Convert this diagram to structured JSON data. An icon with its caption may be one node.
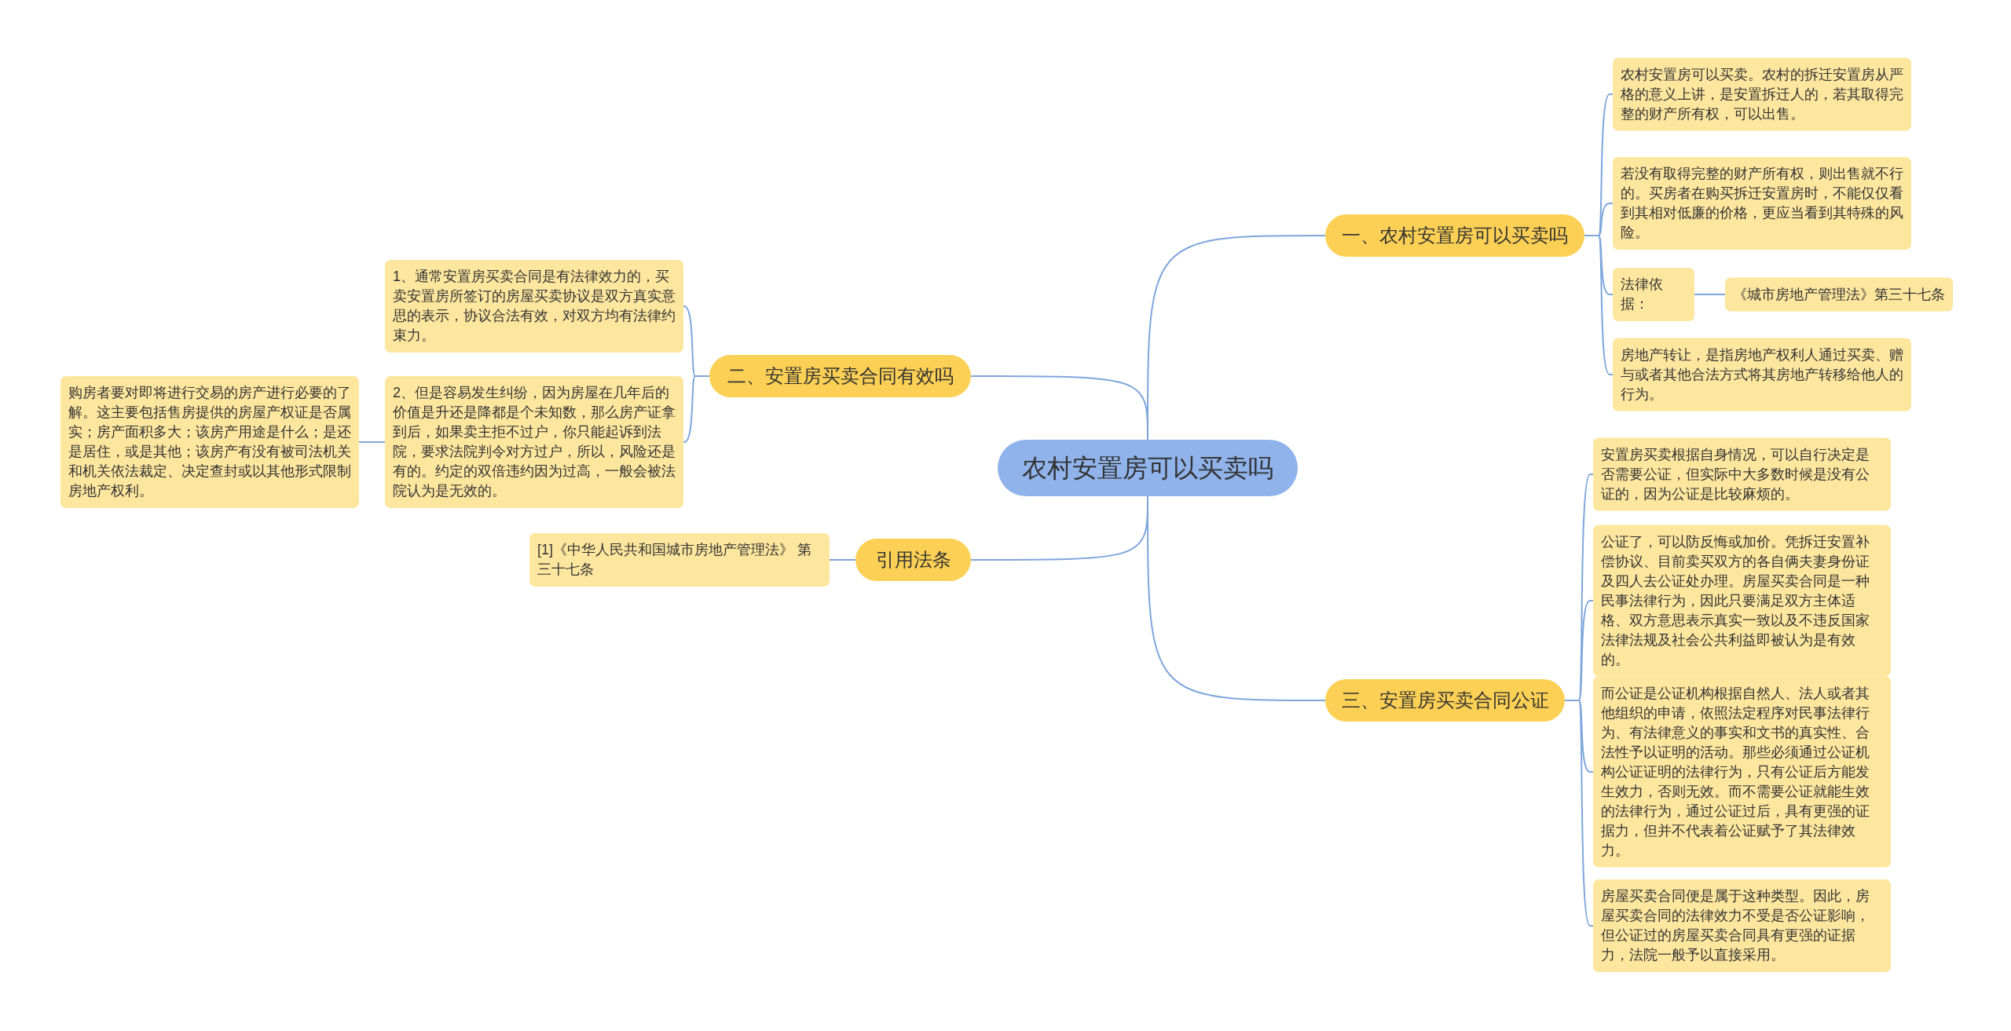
{
  "diagram": {
    "nodes": [
      {
        "text": [
          "农村安置房可以买卖吗"
        ]
      },
      {
        "text": [
          "一、农村安置房可以买卖吗"
        ]
      },
      {
        "text": [
          "农村安置房可以买卖。农村的拆迁安置房从严格的意义上讲，是安置拆迁人的，若其取得完整的财产所有权，可以出售。"
        ]
      },
      {
        "text": [
          "若没有取得完整的财产所有权，则出售就不行的。买房者在购买拆迁安置房时，不能仅仅看到其相对低廉的价格，更应当看到其特殊的风险。"
        ]
      },
      {
        "text": [
          "法律依据："
        ]
      },
      {
        "text": [
          "《城市房地产管理法》第三十七条"
        ]
      },
      {
        "text": [
          "房地产转让，是指房地产权利人通过买卖、赠与或者其他合法方式将其房地产转移给他人的行为。"
        ]
      },
      {
        "text": [
          "二、安置房买卖合同有效吗"
        ]
      },
      {
        "text": [
          "1、通常安置房买卖合同是有法律效力的，买卖安置房所签订的房屋买卖协议是双方真实意思的表示，协议合法有效，对双方均有法律约束力。"
        ]
      },
      {
        "text": [
          "2、但是容易发生纠纷，因为房屋在几年后的价值是升还是降都是个未知数，那么房产证拿到后，如果卖主拒不过户，你只能起诉到法院，要求法院判令对方过户，所以，风险还是有的。约定的双倍违约因为过高，一般会被法院认为是无效的。"
        ]
      },
      {
        "text": [
          "购房者要对即将进行交易的房产进行必要的了解。这主要包括售房提供的房屋产权证是否属实；房产面积多大；该房产用途是什么；是还是居住，或是其他；该房产有没有被司法机关和机关依法裁定、决定查封或以其他形式限制房地产权利。"
        ]
      },
      {
        "text": [
          "引用法条"
        ]
      },
      {
        "text": [
          "[1]《中华人民共和国城市房地产管理法》 第三十七条"
        ]
      },
      {
        "text": [
          "三、安置房买卖合同公证"
        ]
      },
      {
        "text": [
          "安置房买卖根据自身情况，可以自行决定是否需要公证，但实际中大多数时候是没有公证的，因为公证是比较麻烦的。"
        ]
      },
      {
        "text": [
          "公证了，可以防反悔或加价。凭拆迁安置补偿协议、目前卖买双方的各自俩夫妻身份证及四人去公证处办理。房屋买卖合同是一种民事法律行为，因此只要满足双方主体适格、双方意思表示真实一致以及不违反国家法律法规及社会公共利益即被认为是有效的。"
        ]
      },
      {
        "text": [
          "而公证是公证机构根据自然人、法人或者其他组织的申请，依照法定程序对民事法律行为、有法律意义的事实和文书的真实性、合法性予以证明的活动。那些必须通过公证机构公证证明的法律行为，只有公证后方能发生效力，否则无效。而不需要公证就能生效的法律行为，通过公证过后，具有更强的证据力，但并不代表着公证赋予了其法律效力。"
        ]
      },
      {
        "text": [
          "房屋买卖合同便是属于这种类型。因此，房屋买卖合同的法律效力不受是否公证影响，但公证过的房屋买卖合同具有更强的证据力，法院一般予以直接采用。"
        ]
      }
    ],
    "edges": [
      {
        "from": 0,
        "to": 1,
        "arrow": "none"
      },
      {
        "from": 0,
        "to": 7,
        "arrow": "none"
      },
      {
        "from": 0,
        "to": 11,
        "arrow": "none"
      },
      {
        "from": 0,
        "to": 13,
        "arrow": "none"
      },
      {
        "from": 1,
        "to": 2,
        "arrow": "none"
      },
      {
        "from": 1,
        "to": 3,
        "arrow": "none"
      },
      {
        "from": 1,
        "to": 4,
        "arrow": "none"
      },
      {
        "from": 1,
        "to": 6,
        "arrow": "none"
      },
      {
        "from": 4,
        "to": 5,
        "arrow": "none"
      },
      {
        "from": 7,
        "to": 8,
        "arrow": "none"
      },
      {
        "from": 7,
        "to": 9,
        "arrow": "none"
      },
      {
        "from": 9,
        "to": 10,
        "arrow": "none"
      },
      {
        "from": 11,
        "to": 12,
        "arrow": "none"
      },
      {
        "from": 13,
        "to": 14,
        "arrow": "none"
      },
      {
        "from": 13,
        "to": 15,
        "arrow": "none"
      },
      {
        "from": 13,
        "to": 16,
        "arrow": "none"
      },
      {
        "from": 13,
        "to": 17,
        "arrow": "none"
      }
    ]
  }
}
